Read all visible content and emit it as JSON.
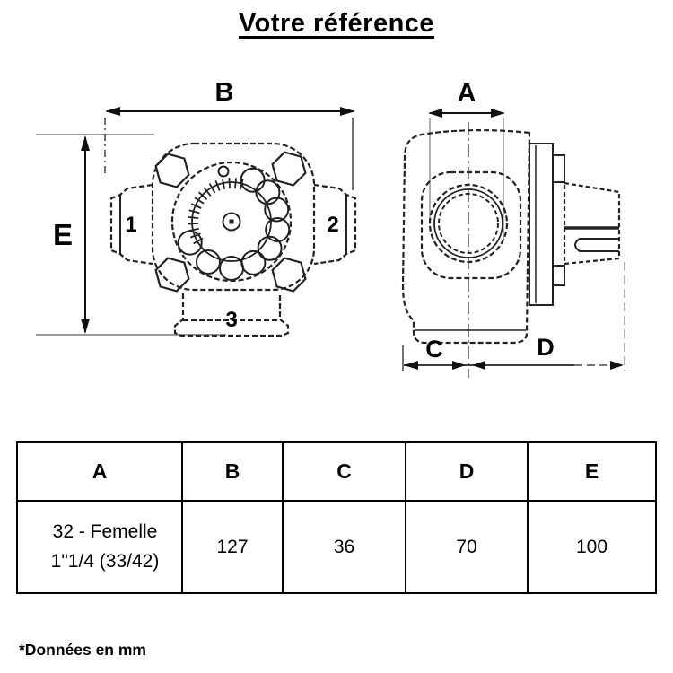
{
  "title": "Votre référence",
  "footnote": "*Données en mm",
  "diagram": {
    "front_view": {
      "dim_width_label": "B",
      "dim_height_label": "E",
      "port1_label": "1",
      "port2_label": "2",
      "port3_label": "3"
    },
    "side_view": {
      "dim_width_label": "A",
      "dim_c_label": "C",
      "dim_d_label": "D"
    }
  },
  "table": {
    "headers": [
      "A",
      "B",
      "C",
      "D",
      "E"
    ],
    "rows": [
      [
        "32 - Femelle\n1\"1/4 (33/42)",
        "127",
        "36",
        "70",
        "100"
      ]
    ]
  }
}
